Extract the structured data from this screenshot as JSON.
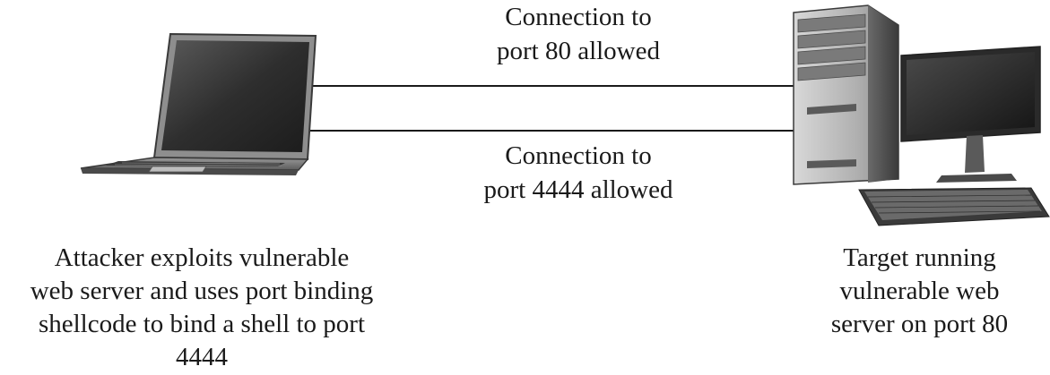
{
  "connections": [
    {
      "lines": [
        "Connection to",
        "port 80 allowed"
      ]
    },
    {
      "lines": [
        "Connection to",
        "port 4444 allowed"
      ]
    }
  ],
  "attacker": {
    "icon": "laptop-icon",
    "caption_lines": [
      "Attacker exploits vulnerable",
      "web server and uses port binding",
      "shellcode to bind a shell to port",
      "4444"
    ]
  },
  "target": {
    "icon": "desktop-computer-icon",
    "caption_lines": [
      "Target running",
      "vulnerable web",
      "server on port 80"
    ]
  },
  "colors": {
    "line": "#1a1a1a",
    "device_dark": "#3a3a3a",
    "device_mid": "#7a7a7a",
    "device_light": "#c8c8c8"
  }
}
